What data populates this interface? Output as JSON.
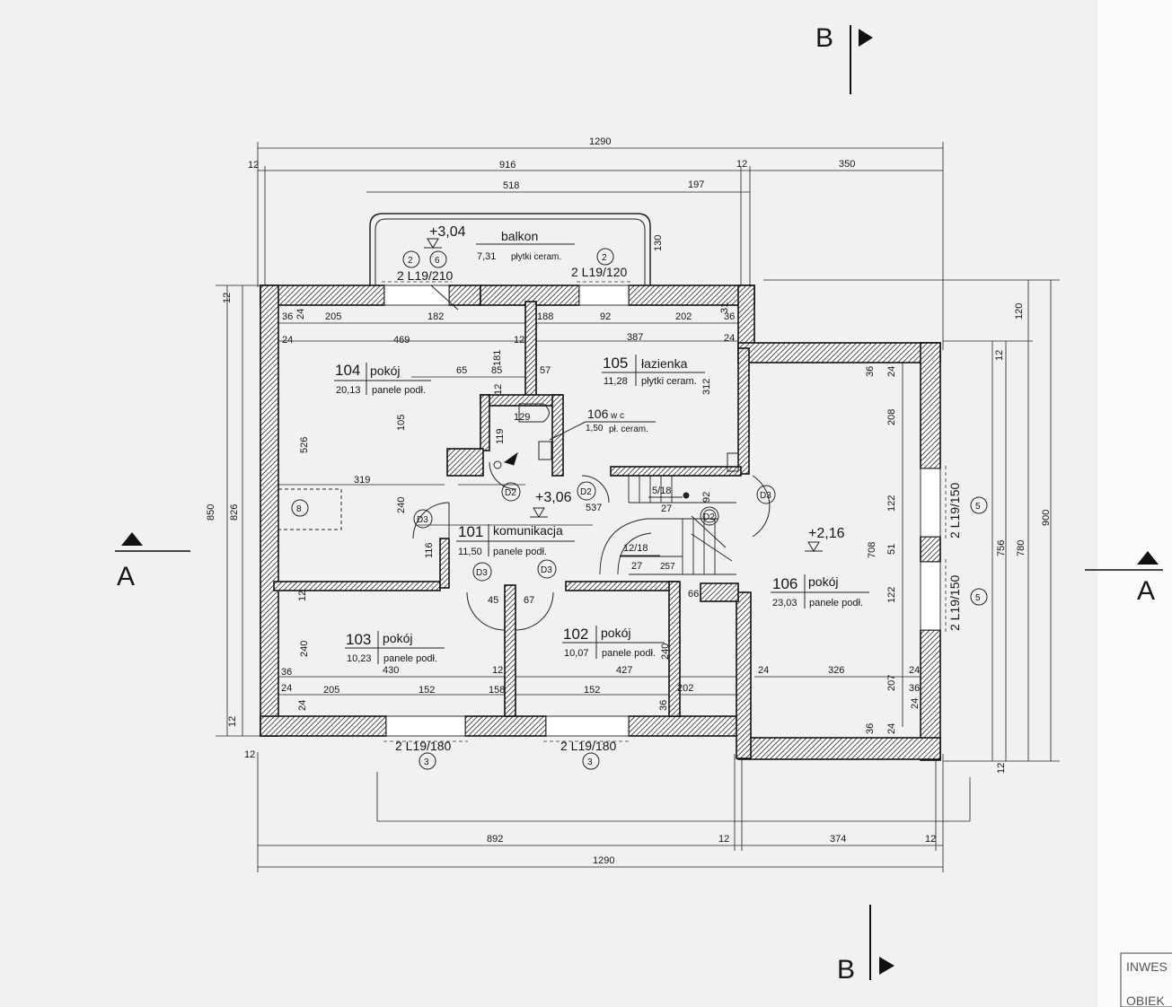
{
  "section_marks": {
    "section_a": "A",
    "section_b": "B"
  },
  "rooms": [
    {
      "id": "r104",
      "number": "104",
      "name": "pokój",
      "area": "20,13",
      "finish": "panele podł."
    },
    {
      "id": "r105",
      "number": "105",
      "name": "łazienka",
      "area": "11,28",
      "finish": "płytki ceram."
    },
    {
      "id": "r106wc",
      "number": "106",
      "name": "w c",
      "area": "1,50",
      "finish": "pł. ceram."
    },
    {
      "id": "r101",
      "number": "101",
      "name": "komunikacja",
      "area": "11,50",
      "finish": "panele podł."
    },
    {
      "id": "r103",
      "number": "103",
      "name": "pokój",
      "area": "10,23",
      "finish": "panele podł."
    },
    {
      "id": "r102",
      "number": "102",
      "name": "pokój",
      "area": "10,07",
      "finish": "panele podł."
    },
    {
      "id": "r106",
      "number": "106",
      "name": "pokój",
      "area": "23,03",
      "finish": "panele podł."
    }
  ],
  "balcony": {
    "name": "balkon",
    "area": "7,31",
    "finish": "płytki ceram.",
    "level": "+3,04"
  },
  "levels": {
    "corridor": "+3,06",
    "room106": "+2,16"
  },
  "stairs": {
    "upper": "5/18",
    "upper_tread": "27",
    "lower": "12/18",
    "lower_tread": "27",
    "lower_width": "257"
  },
  "windows": [
    "2 L19/210",
    "2 L19/120",
    "2 L19/180",
    "2 L19/180",
    "2 L19/150",
    "2 L19/150"
  ],
  "window_tags": [
    "2",
    "6",
    "2",
    "3",
    "3",
    "5",
    "5"
  ],
  "door_tags": [
    "D2",
    "D2",
    "D2",
    "D3",
    "D3",
    "D3",
    "D3"
  ],
  "fixture_tags": [
    "8"
  ],
  "dims_top": [
    "1290",
    "12",
    "916",
    "12",
    "350",
    "518",
    "197",
    "130"
  ],
  "dims_bottom": [
    "892",
    "12",
    "374",
    "12",
    "1290",
    "12"
  ],
  "dims_left": [
    "12",
    "850",
    "826",
    "12"
  ],
  "dims_right": [
    "120",
    "12",
    "900",
    "756",
    "780",
    "12"
  ],
  "dims_interior": [
    "36",
    "24",
    "205",
    "182",
    "188",
    "92",
    "202",
    "36",
    "24",
    "469",
    "12",
    "387",
    "24",
    "181",
    "85",
    "65",
    "57",
    "312",
    "12",
    "129",
    "119",
    "526",
    "105",
    "319",
    "240",
    "537",
    "92",
    "116",
    "45",
    "67",
    "12",
    "240",
    "430",
    "12",
    "427",
    "240",
    "36",
    "24",
    "205",
    "152",
    "158",
    "152",
    "202",
    "36",
    "24",
    "36",
    "24",
    "208",
    "122",
    "51",
    "708",
    "122",
    "207",
    "24",
    "326",
    "24",
    "36",
    "24",
    "36",
    "24",
    "31",
    "66"
  ],
  "stamp": {
    "line1": "INWES",
    "line2": "OBIEK"
  }
}
